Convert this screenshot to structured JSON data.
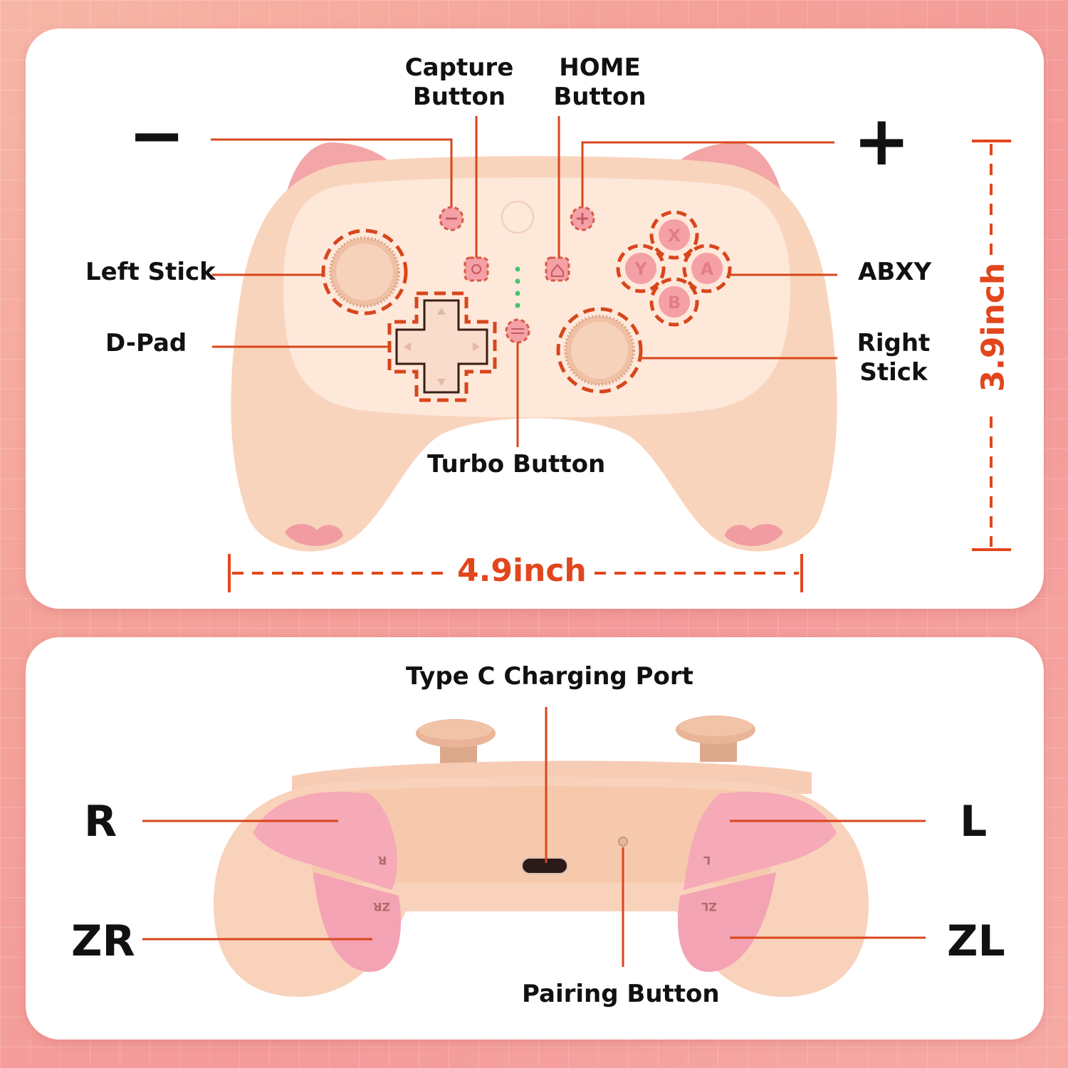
{
  "top_labels": {
    "minus": "−",
    "plus": "+",
    "capture_line1": "Capture",
    "capture_line2": "Button",
    "home_line1": "HOME",
    "home_line2": "Button",
    "left_stick": "Left Stick",
    "dpad": "D-Pad",
    "abxy": "ABXY",
    "right_stick_line1": "Right",
    "right_stick_line2": "Stick",
    "turbo": "Turbo Button"
  },
  "dimensions": {
    "width": "4.9inch",
    "height": "3.9inch"
  },
  "bottom_labels": {
    "type_c": "Type C Charging Port",
    "pairing": "Pairing Button",
    "r": "R",
    "zr": "ZR",
    "l": "L",
    "zl": "ZL"
  },
  "button_glyphs": {
    "x": "X",
    "y": "Y",
    "a": "A",
    "b": "B",
    "r_tag": "R",
    "zr_tag": "ZR",
    "l_tag": "L",
    "zl_tag": "ZL"
  },
  "colors": {
    "accent": "#e2461c",
    "body": "#f9d2bb",
    "face": "#fbe6d6",
    "pink": "#f4a0a6",
    "stick": "#f2c2a6"
  }
}
